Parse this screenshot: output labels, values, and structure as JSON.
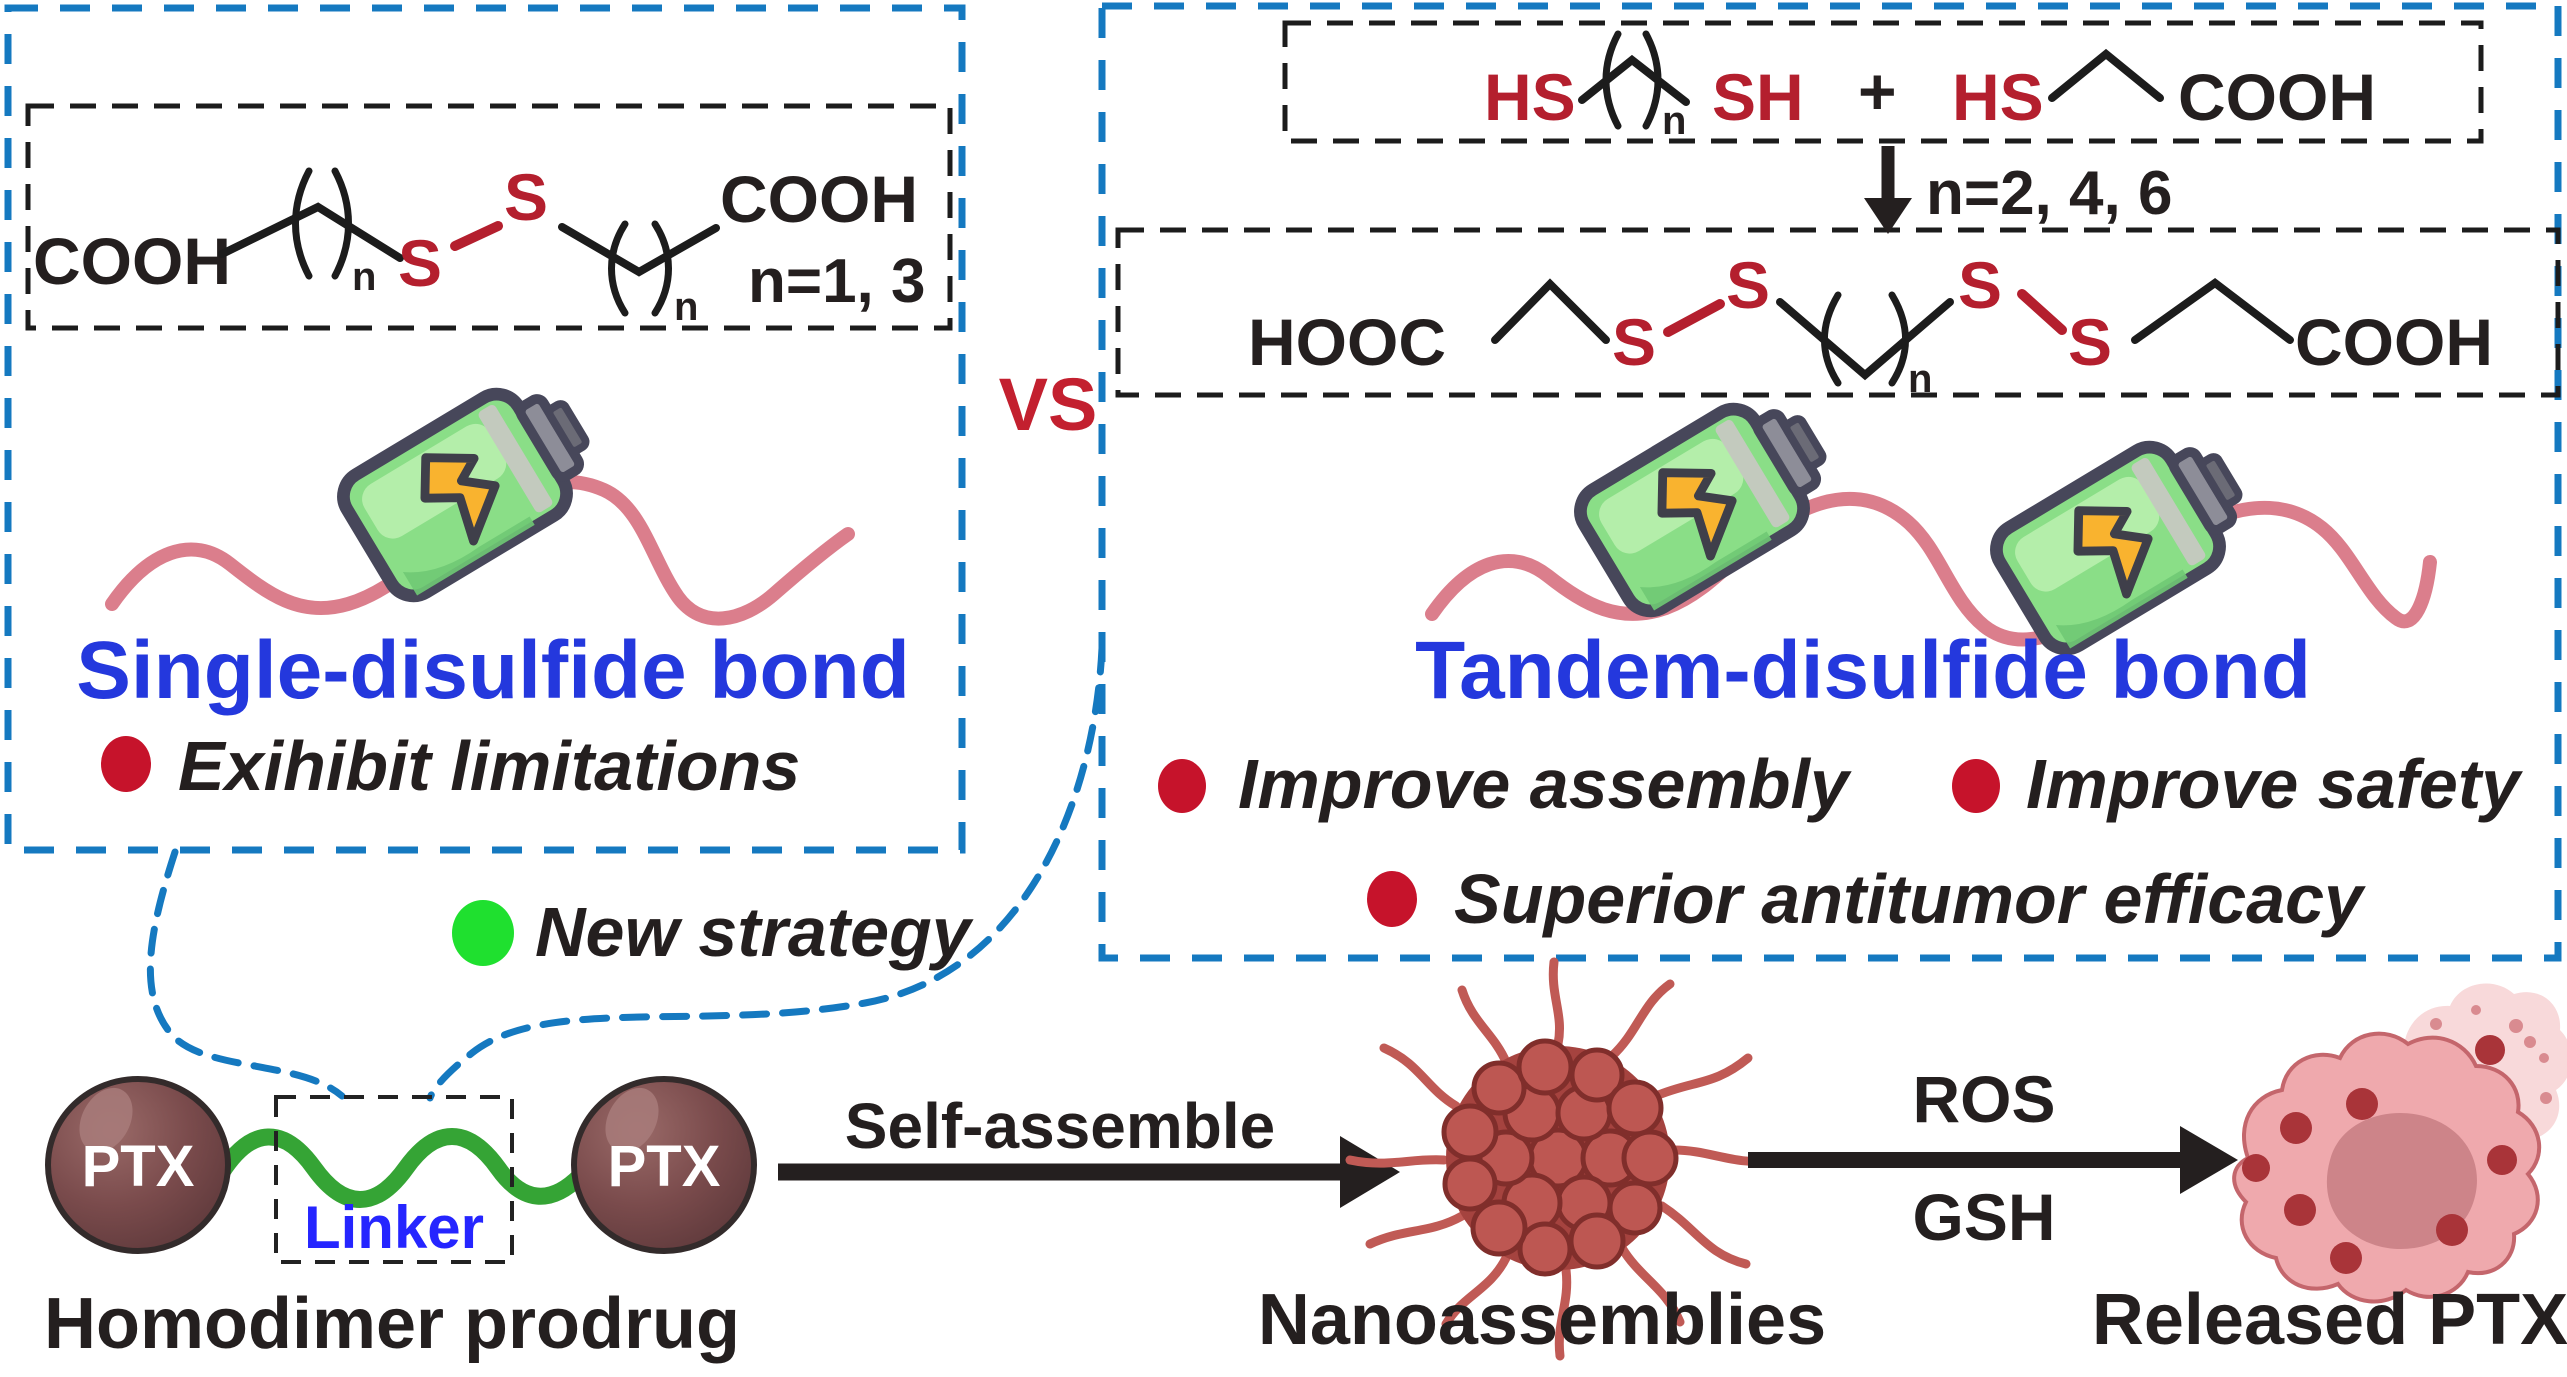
{
  "left_panel": {
    "structure": {
      "cooh_left": "COOH",
      "sub_n": "n",
      "s_low": "S",
      "s_high": "S",
      "cooh_right": "COOH",
      "n_values": "n=1, 3"
    },
    "title": "Single-disulfide bond",
    "bullet": "Exihibit limitations"
  },
  "vs_label": "VS",
  "right_panel": {
    "reactants": {
      "hs_left": "HS",
      "sub_n": "n",
      "sh": "SH",
      "plus": "+",
      "hs_right": "HS",
      "cooh": "COOH"
    },
    "reaction_condition": "n=2, 4, 6",
    "product": {
      "hooc": "HOOC",
      "s": "S",
      "sub_n": "n",
      "cooh": "COOH"
    },
    "title": "Tandem-disulfide bond",
    "bullets": [
      "Improve assembly",
      "Improve safety",
      "Superior antitumor efficacy"
    ]
  },
  "strategy_label": "New strategy",
  "flow": {
    "ptx": "PTX",
    "linker": "Linker",
    "homodimer": "Homodimer prodrug",
    "self_assemble": "Self-assemble",
    "nanoassemblies": "Nanoassemblies",
    "ros": "ROS",
    "gsh": "GSH",
    "released": "Released PTX"
  },
  "colors": {
    "panel_border_blue": "#1579c0",
    "heading_blue": "#2438dd",
    "chem_red": "#b41f2e",
    "bullet_red": "#c6132b",
    "vs_red": "#c3202f",
    "strategy_green": "#1fe02f",
    "linker_green": "#35a435",
    "wave_pink": "#db7e8c",
    "battery_green": "#8ade87",
    "nano_red": "#bd5752"
  }
}
